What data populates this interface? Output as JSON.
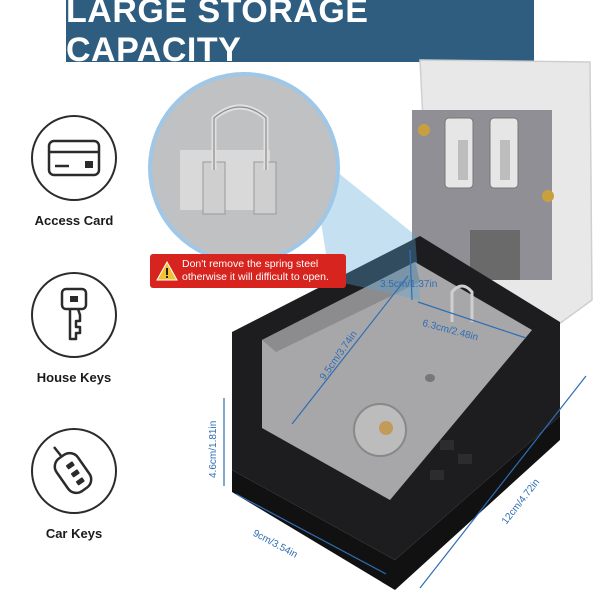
{
  "banner": {
    "title": "LARGE STORAGE CAPACITY"
  },
  "items": [
    {
      "label": "Access Card"
    },
    {
      "label": "House Keys"
    },
    {
      "label": "Car Keys"
    }
  ],
  "warning": {
    "line1": "Don't remove the spring steel",
    "line2": "otherwise it will difficult to open."
  },
  "dimensions": {
    "inner_depth": "3.5cm/1.37in",
    "inner_width": "6.3cm/2.48in",
    "inner_height": "9.5cm/3.74in",
    "outer_depth": "4.6cm/1.81in",
    "outer_width": "9cm/3.54in",
    "outer_height": "12cm/4.72in"
  },
  "colors": {
    "banner": "#2f5d80",
    "dimension": "#2e6db4",
    "warning": "#d8241f"
  }
}
